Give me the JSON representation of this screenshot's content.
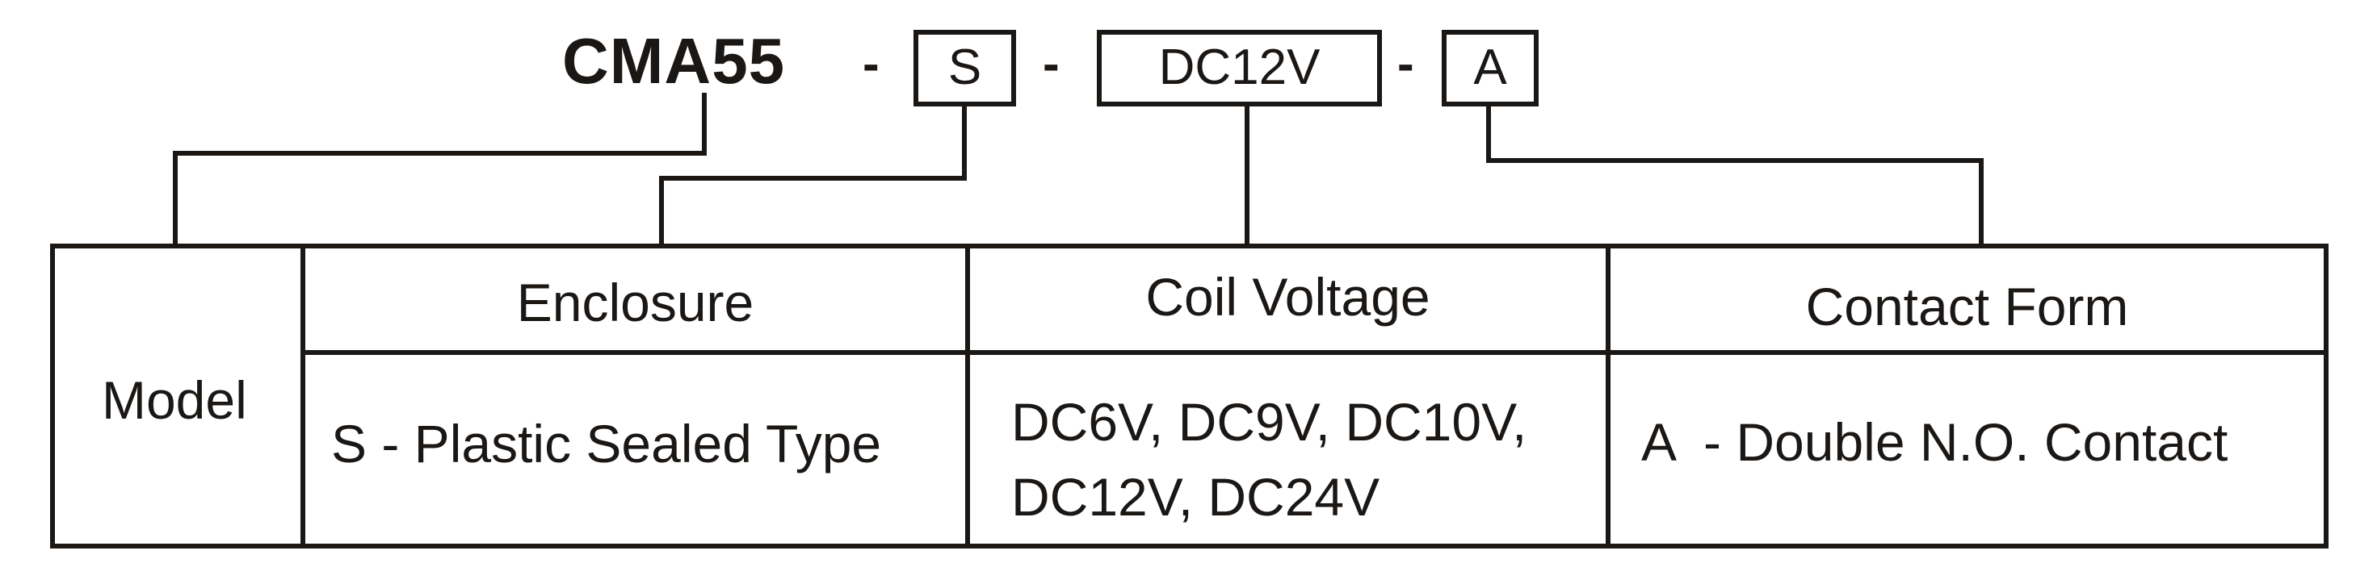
{
  "title": {
    "model": "CMA55",
    "separator": "-",
    "codes": {
      "enclosure": "S",
      "coil_voltage": "DC12V",
      "contact_form": "A"
    }
  },
  "table": {
    "row_header": "Model",
    "columns": {
      "enclosure": {
        "header": "Enclosure",
        "value": "S - Plastic Sealed Type"
      },
      "coil_voltage": {
        "header": "Coil Voltage",
        "value_line1": "DC6V, DC9V, DC10V,",
        "value_line2": "DC12V, DC24V"
      },
      "contact_form": {
        "header": "Contact Form",
        "value": "A  - Double N.O. Contact"
      }
    }
  },
  "colors": {
    "ink": "#1a1715",
    "background": "#ffffff"
  }
}
